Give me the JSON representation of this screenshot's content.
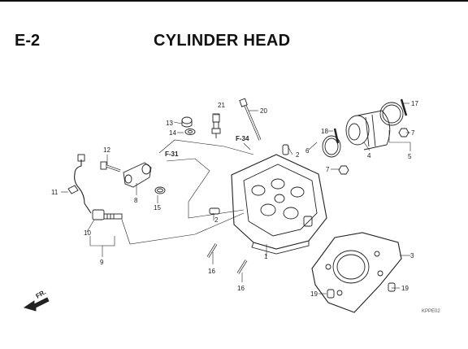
{
  "header": {
    "section_code": "E-2",
    "title": "CYLINDER HEAD"
  },
  "callouts": [
    "1",
    "2",
    "3",
    "4",
    "5",
    "6",
    "7",
    "7",
    "8",
    "9",
    "10",
    "11",
    "12",
    "13",
    "14",
    "15",
    "16",
    "16",
    "17",
    "18",
    "19",
    "19",
    "20",
    "21"
  ],
  "references": [
    "F-31",
    "F-34"
  ],
  "direction_label": "FR.",
  "diagram_code": "KPPE02"
}
